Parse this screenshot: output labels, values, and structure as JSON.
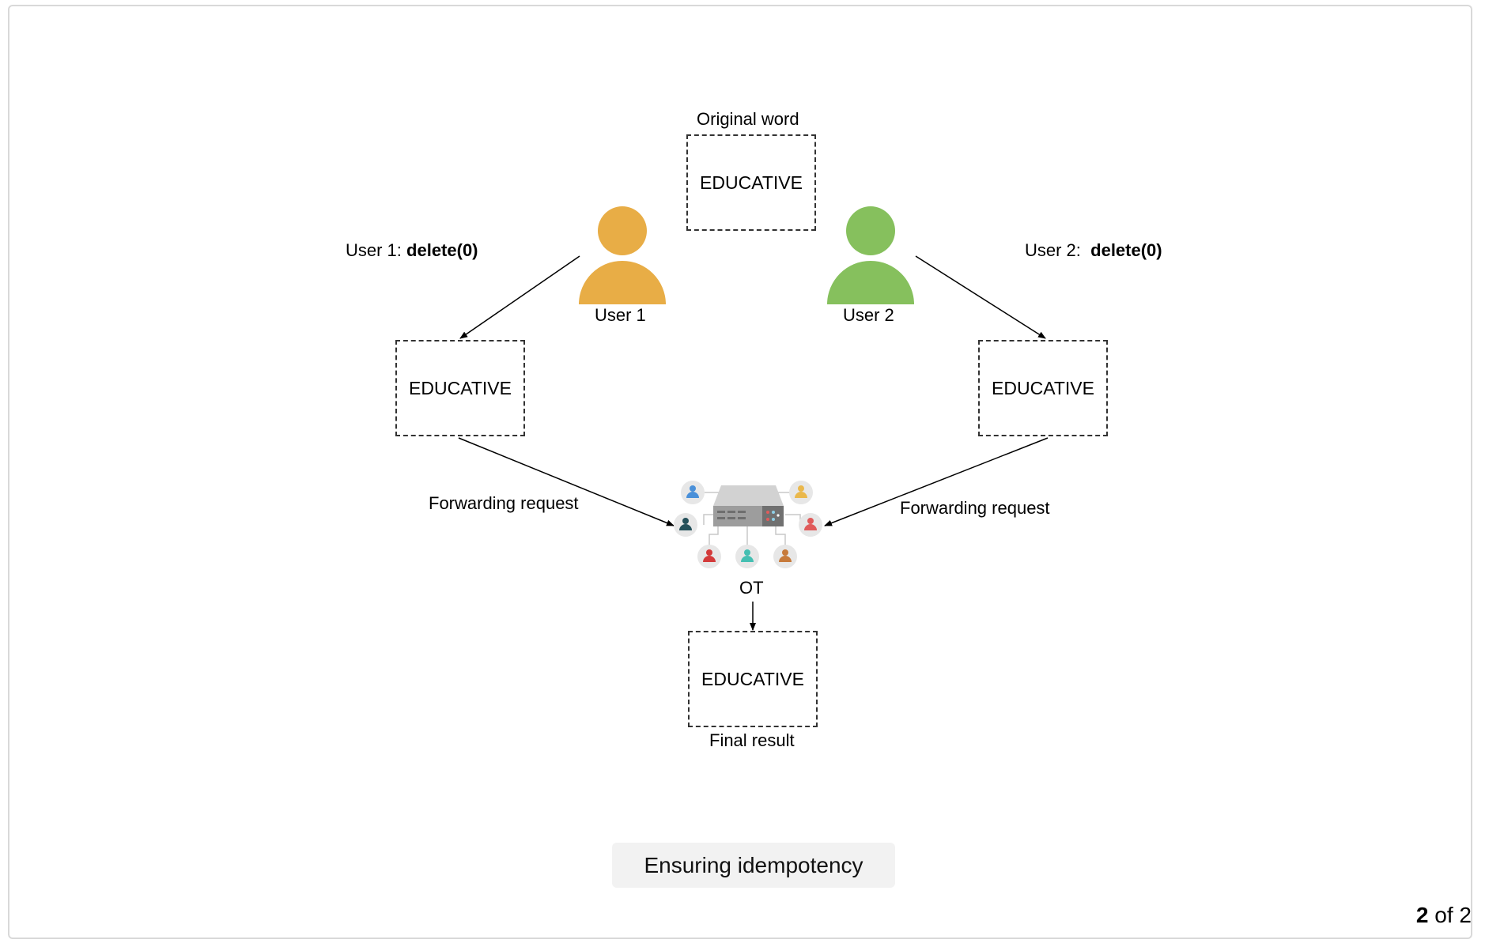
{
  "diagram": {
    "original_label": "Original word",
    "original_box": "EDUCATIVE",
    "user1": {
      "name": "User 1",
      "op_prefix": "User 1: ",
      "op_value": "delete(0)",
      "color": "#e8ad46"
    },
    "user2": {
      "name": "User 2",
      "op_prefix": "User 2:  ",
      "op_value": "delete(0)",
      "color": "#86c05d"
    },
    "user1_box": "EDUCATIVE",
    "user2_box": "EDUCATIVE",
    "forward_left": "Forwarding request",
    "forward_right": "Forwarding request",
    "server_label": "OT",
    "final_box": "EDUCATIVE",
    "final_label": "Final result"
  },
  "caption": "Ensuring idempotency",
  "pagination": {
    "current": "2",
    "separator": " of ",
    "total": "2"
  }
}
